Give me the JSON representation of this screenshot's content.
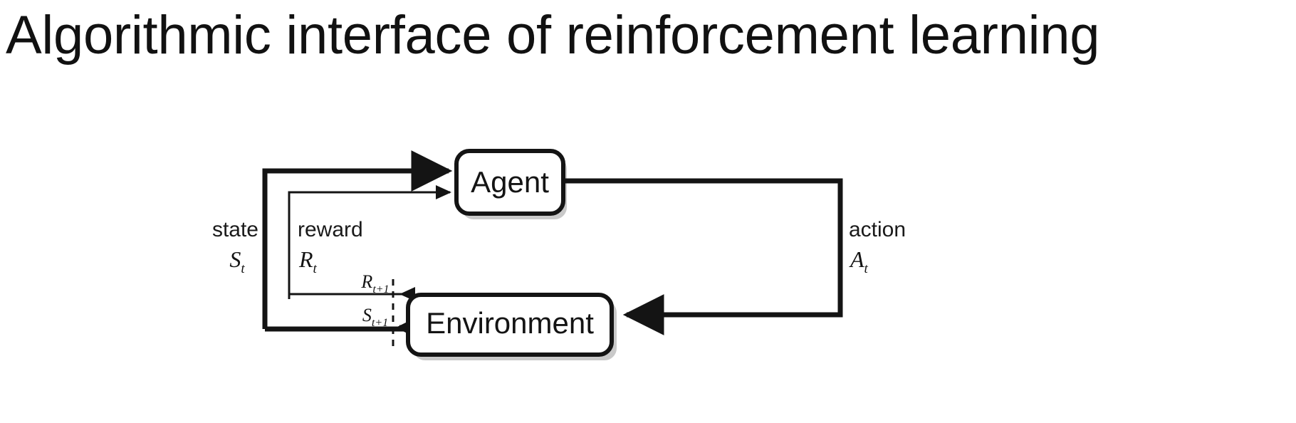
{
  "slide": {
    "title": "Algorithmic interface of reinforcement learning",
    "background_color": "#ffffff",
    "title_color": "#111111"
  },
  "diagram": {
    "name": "reinforcement-learning-agent-environment-loop",
    "stroke_color": "#141414",
    "shadow_color": "#b4b4b4",
    "nodes": [
      {
        "id": "agent",
        "label": "Agent"
      },
      {
        "id": "environment",
        "label": "Environment"
      }
    ],
    "edges": [
      {
        "id": "state-to-agent",
        "label_top": "state",
        "label_symbol": "S",
        "label_subscript": "t",
        "weight": "thick"
      },
      {
        "id": "reward-to-agent",
        "label_top": "reward",
        "label_symbol": "R",
        "label_subscript": "t",
        "weight": "thin"
      },
      {
        "id": "action-to-environment",
        "label_top": "action",
        "label_symbol": "A",
        "label_subscript": "t",
        "weight": "thick"
      },
      {
        "id": "environment-reward-out",
        "label_symbol": "R",
        "label_subscript": "t+1",
        "weight": "thin"
      },
      {
        "id": "environment-state-out",
        "label_symbol": "S",
        "label_subscript": "t+1",
        "weight": "thick"
      }
    ],
    "time_boundary": {
      "id": "timestep-divider",
      "style": "dashed"
    }
  }
}
